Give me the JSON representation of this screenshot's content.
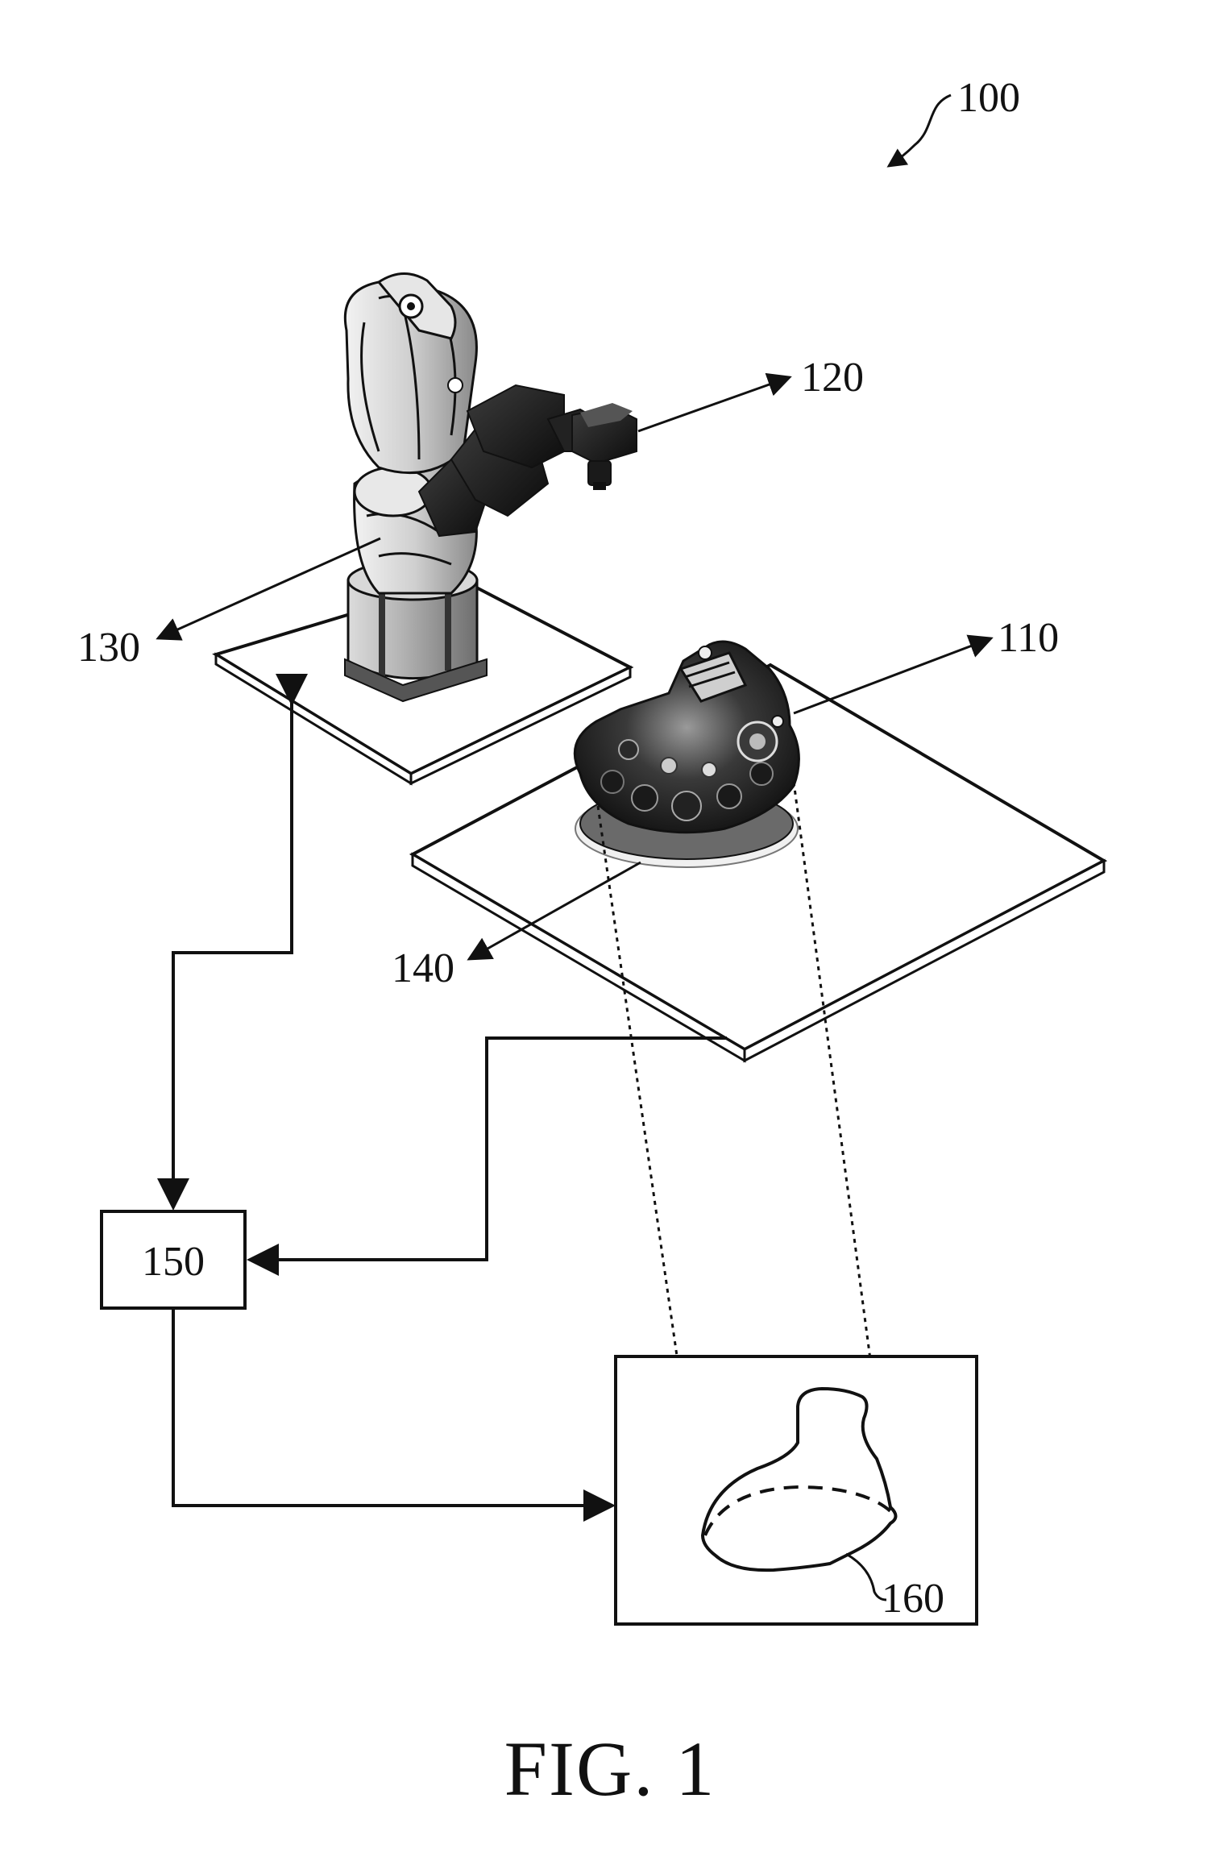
{
  "labels": {
    "system": "100",
    "object": "110",
    "camera": "120",
    "robot": "130",
    "turntable": "140",
    "controller": "150",
    "model": "160"
  },
  "caption": "FIG. 1"
}
